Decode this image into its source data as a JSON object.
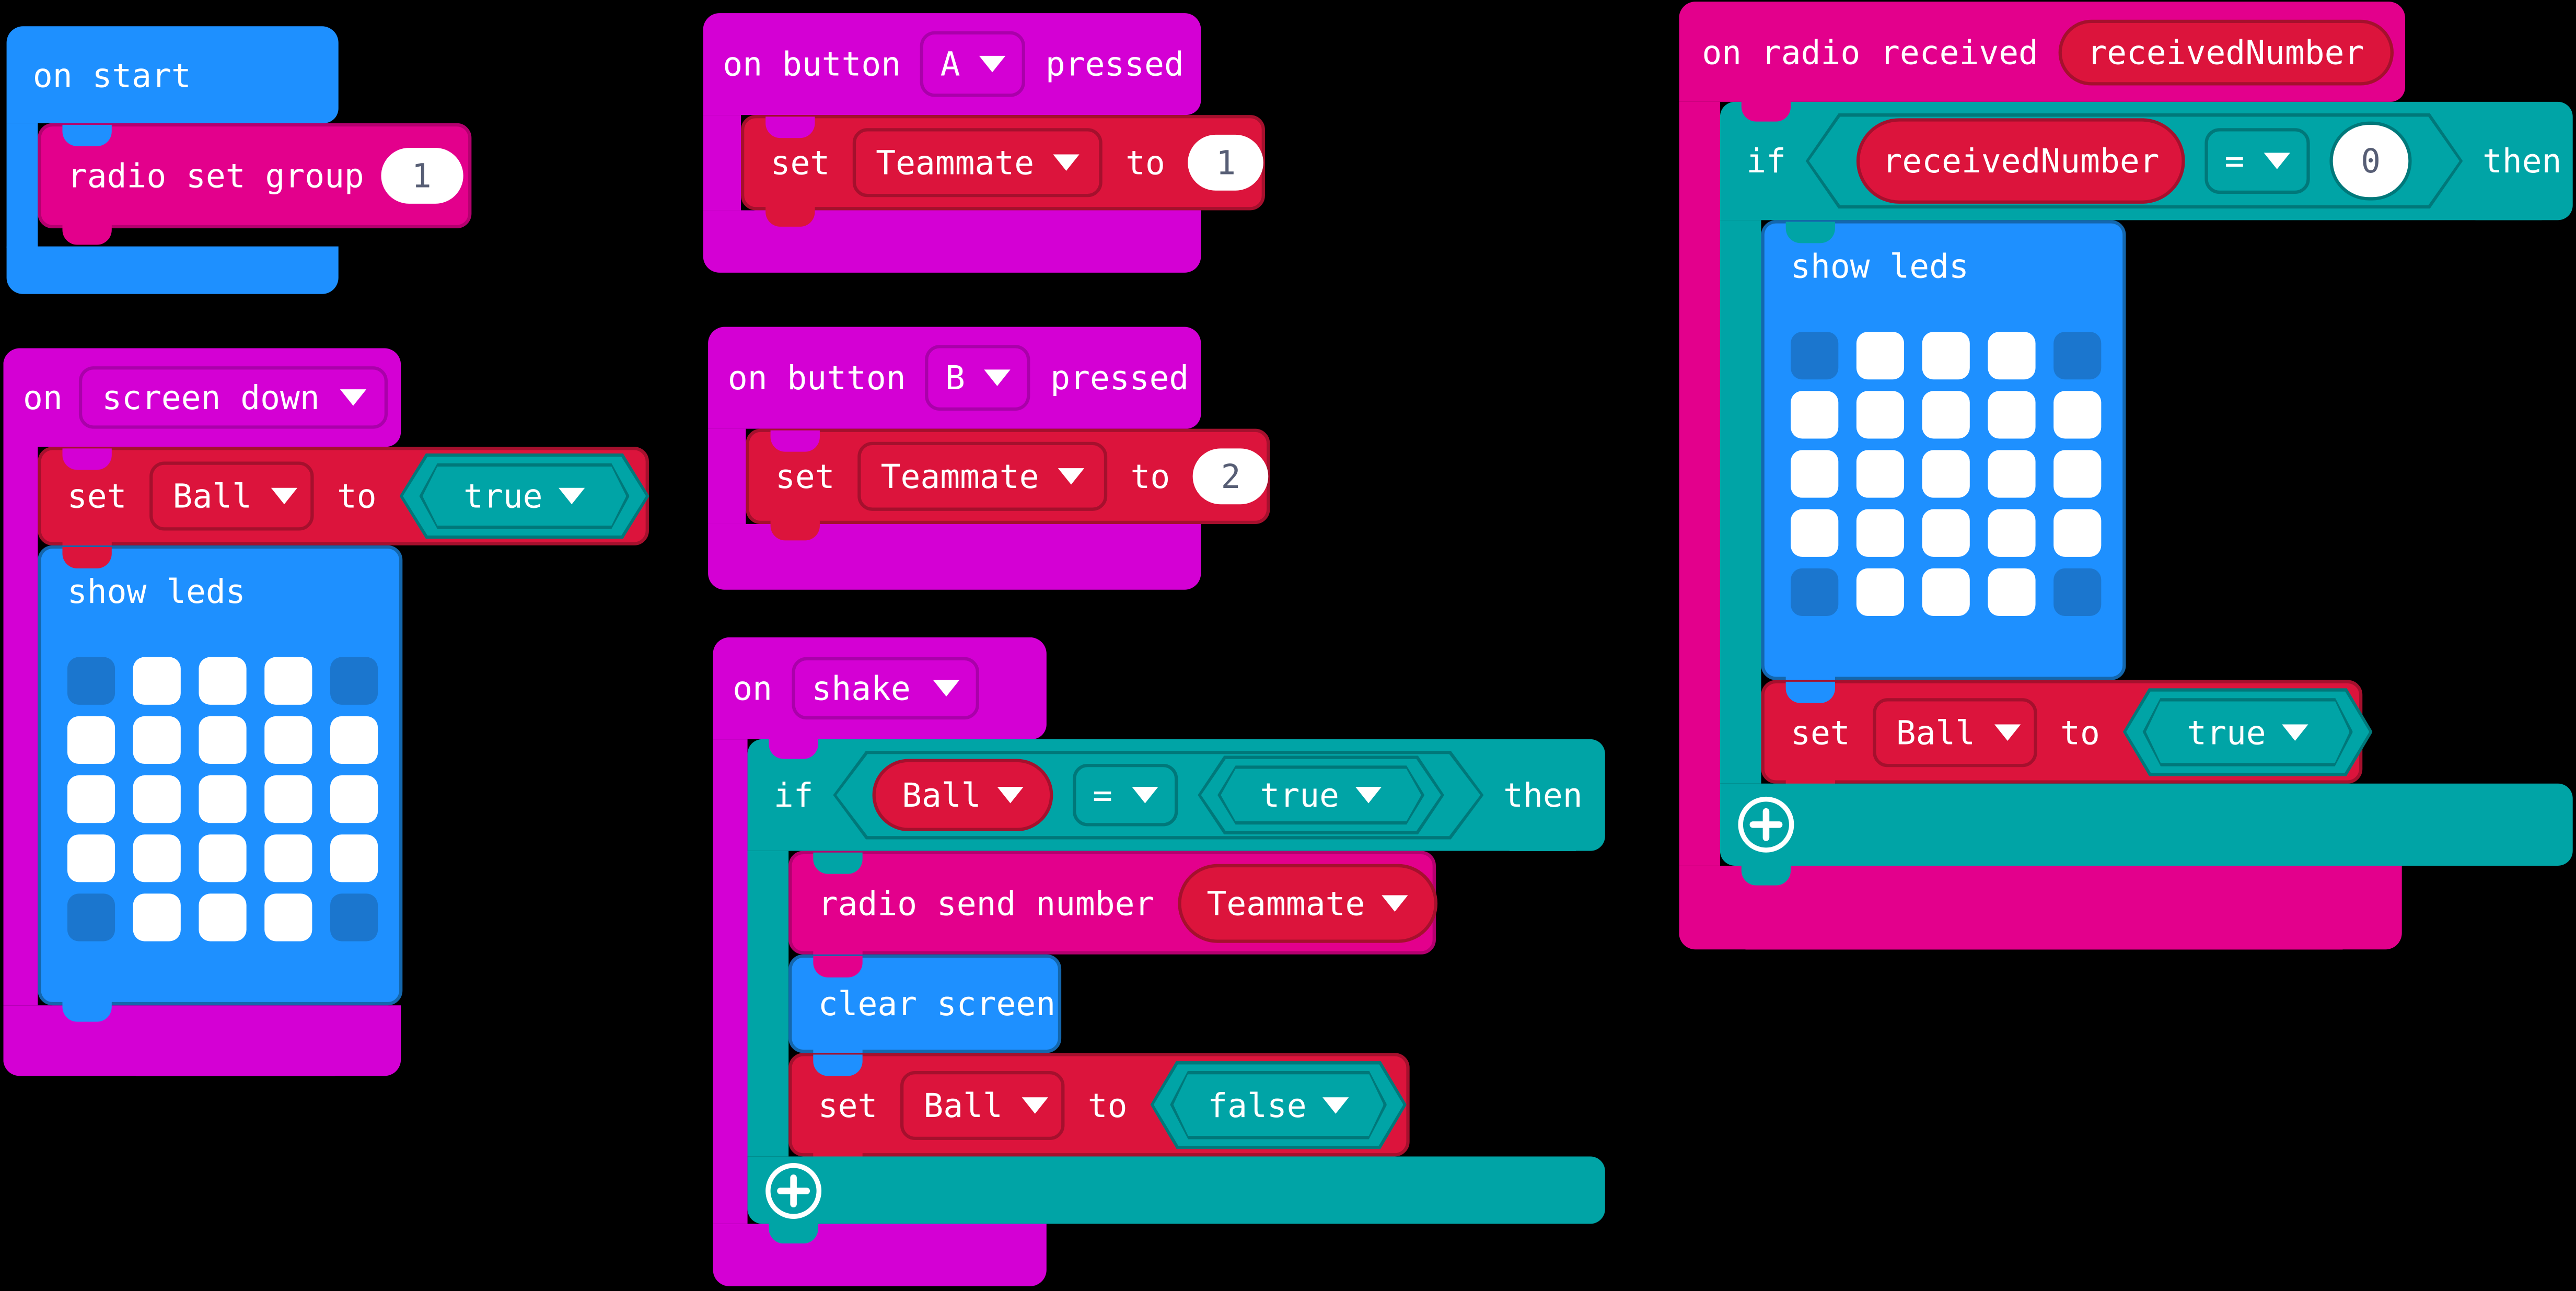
{
  "colors": {
    "basic_blue": "#1E90FF",
    "input_magenta": "#D400D4",
    "radio_pink": "#E3008C",
    "variables_red": "#DC143C",
    "logic_teal": "#00A4A6",
    "led_unlit": "#1B76CE",
    "led_lit": "#FFFFFF",
    "number_text": "#575E75"
  },
  "on_start": {
    "title": "on start",
    "radio_set_group_label": "radio set group",
    "group_value": "1"
  },
  "on_screen_down": {
    "on_label": "on",
    "event": "screen down",
    "set_label": "set",
    "var_name": "Ball",
    "to_label": "to",
    "bool_value": "true",
    "show_leds_label": "show leds",
    "led_grid": [
      [
        0,
        1,
        1,
        1,
        0
      ],
      [
        1,
        1,
        1,
        1,
        1
      ],
      [
        1,
        1,
        1,
        1,
        1
      ],
      [
        1,
        1,
        1,
        1,
        1
      ],
      [
        0,
        1,
        1,
        1,
        0
      ]
    ]
  },
  "on_button_a": {
    "prefix": "on button",
    "button": "A",
    "suffix": "pressed",
    "set_label": "set",
    "var_name": "Teammate",
    "to_label": "to",
    "value": "1"
  },
  "on_button_b": {
    "prefix": "on button",
    "button": "B",
    "suffix": "pressed",
    "set_label": "set",
    "var_name": "Teammate",
    "to_label": "to",
    "value": "2"
  },
  "on_shake": {
    "on_label": "on",
    "event": "shake",
    "if_label": "if",
    "lhs_var": "Ball",
    "operator": "=",
    "rhs_value": "true",
    "then_label": "then",
    "radio_send_label": "radio send number",
    "radio_send_var": "Teammate",
    "clear_screen_label": "clear screen",
    "set_label": "set",
    "set_var": "Ball",
    "to_label": "to",
    "set_value": "false"
  },
  "on_radio_received": {
    "title": "on radio received",
    "param": "receivedNumber",
    "if_label": "if",
    "lhs_var": "receivedNumber",
    "operator": "=",
    "rhs_value": "0",
    "then_label": "then",
    "show_leds_label": "show leds",
    "led_grid": [
      [
        0,
        1,
        1,
        1,
        0
      ],
      [
        1,
        1,
        1,
        1,
        1
      ],
      [
        1,
        1,
        1,
        1,
        1
      ],
      [
        1,
        1,
        1,
        1,
        1
      ],
      [
        0,
        1,
        1,
        1,
        0
      ]
    ],
    "set_label": "set",
    "set_var": "Ball",
    "to_label": "to",
    "set_value": "true"
  }
}
